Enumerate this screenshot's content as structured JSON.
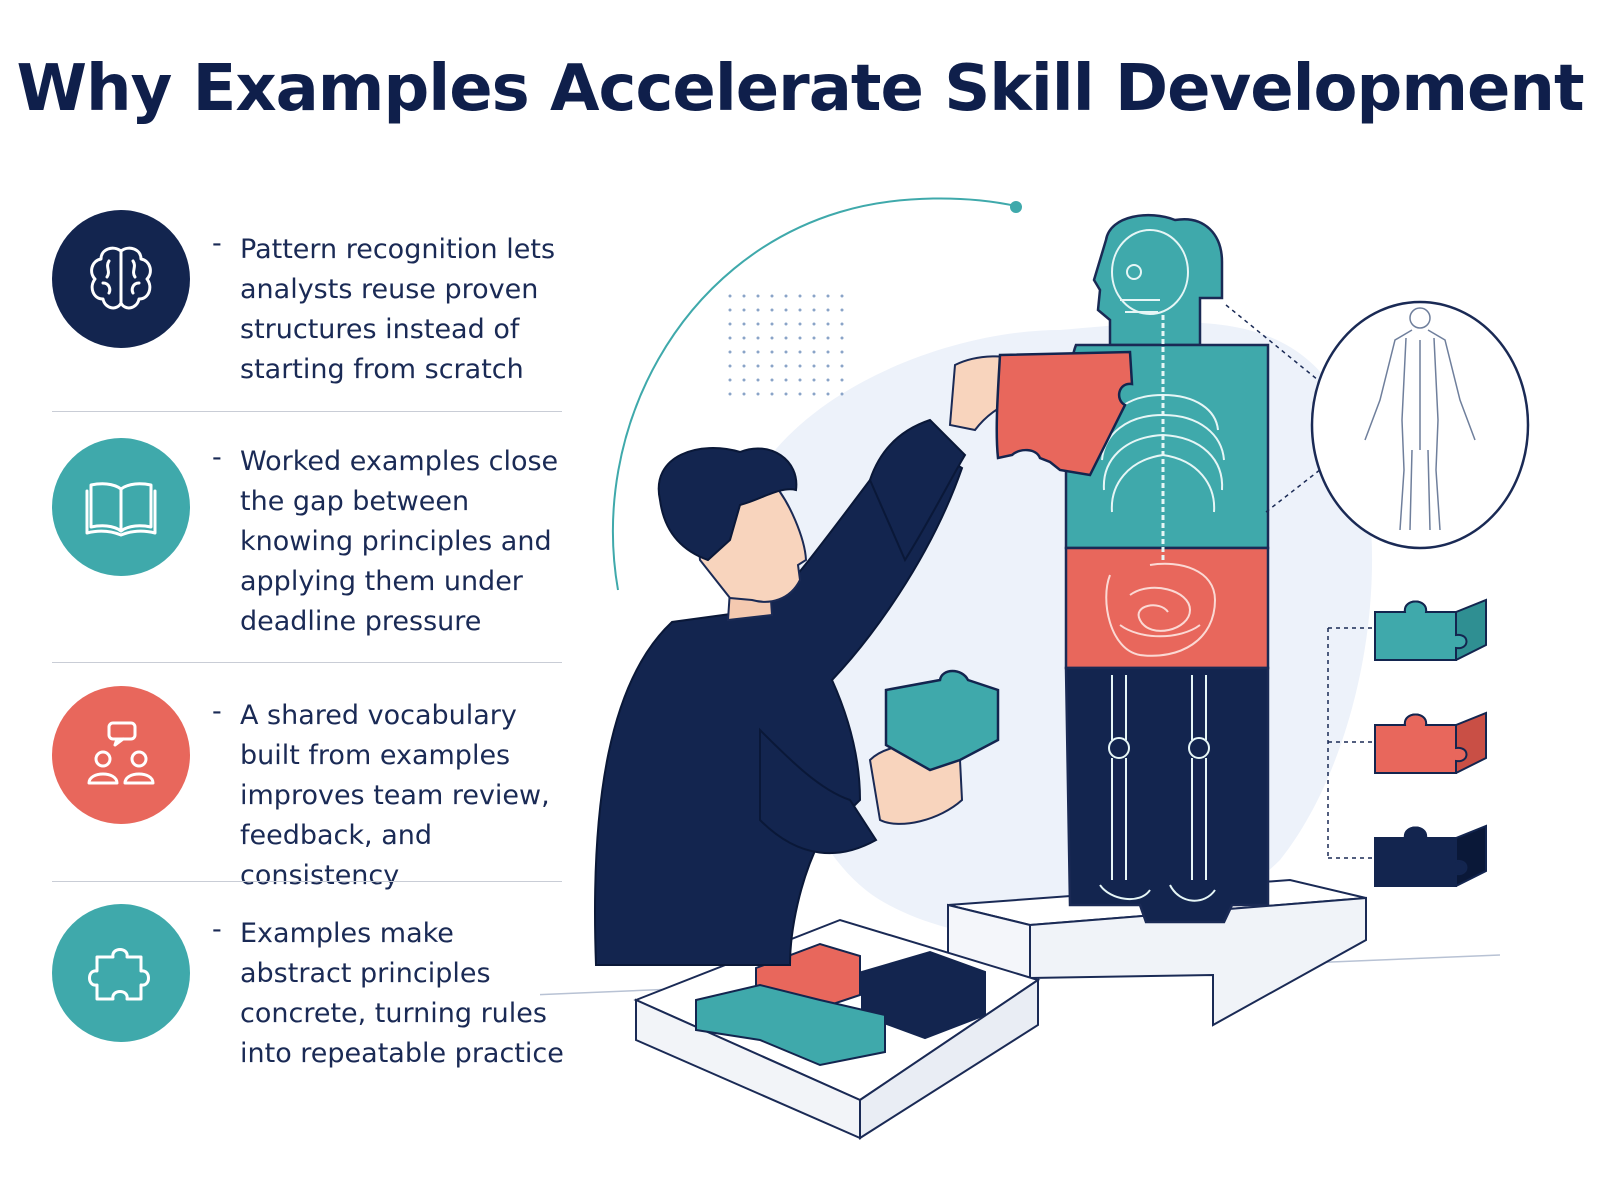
{
  "title": "Why Examples Accelerate Skill Development",
  "colors": {
    "navy": "#13254f",
    "teal": "#3fa9ab",
    "coral": "#e8675c",
    "text": "#1a2a55"
  },
  "points": [
    {
      "icon": "brain-icon",
      "color": "#13254f",
      "dash": "-",
      "text": "Pattern recognition lets analysts reuse proven structures instead of starting from scratch"
    },
    {
      "icon": "open-book-icon",
      "color": "#3fa9ab",
      "dash": "-",
      "text": "Worked examples close the gap between knowing principles and applying them under deadline pressure"
    },
    {
      "icon": "people-chat-icon",
      "color": "#e8675c",
      "dash": "-",
      "text": "A shared vocabulary built from examples improves team review, feedback, and consistency"
    },
    {
      "icon": "puzzle-piece-icon",
      "color": "#3fa9ab",
      "dash": "-",
      "text": "Examples make abstract principles concrete, turning rules into repeatable practice"
    }
  ]
}
